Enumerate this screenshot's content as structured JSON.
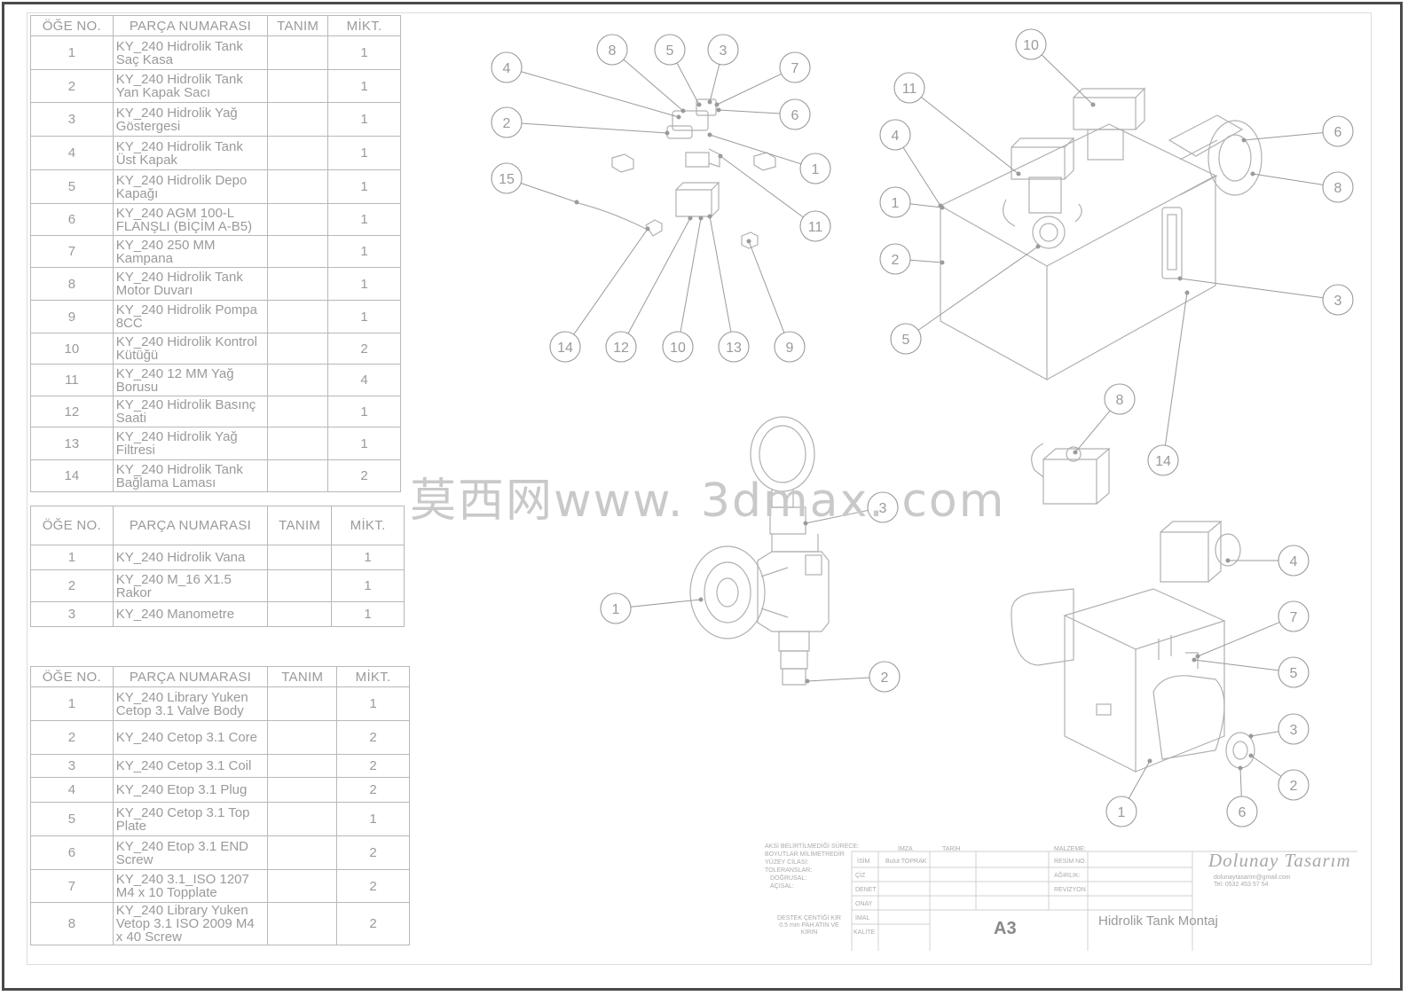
{
  "bom_headers": [
    "ÖĞE NO.",
    "PARÇA NUMARASI",
    "TANIM",
    "MİKT."
  ],
  "bom1": [
    {
      "no": "1",
      "part": "KY_240 Hidrolik Tank Saç Kasa",
      "qty": "1"
    },
    {
      "no": "2",
      "part": "KY_240 Hidrolik Tank Yan Kapak Sacı",
      "qty": "1"
    },
    {
      "no": "3",
      "part": "KY_240 Hidrolik Yağ Göstergesi",
      "qty": "1"
    },
    {
      "no": "4",
      "part": "KY_240 Hidrolik Tank Üst Kapak",
      "qty": "1"
    },
    {
      "no": "5",
      "part": "KY_240 Hidrolik Depo Kapağı",
      "qty": "1"
    },
    {
      "no": "6",
      "part": "KY_240 AGM 100-L FLANŞLI (BİÇİM A-B5)",
      "qty": "1"
    },
    {
      "no": "7",
      "part": "KY_240 250 MM Kampana",
      "qty": "1"
    },
    {
      "no": "8",
      "part": "KY_240 Hidrolik Tank Motor Duvarı",
      "qty": "1"
    },
    {
      "no": "9",
      "part": "KY_240 Hidrolik Pompa 8CC",
      "qty": "1"
    },
    {
      "no": "10",
      "part": "KY_240 Hidrolik Kontrol Kütüğü",
      "qty": "2"
    },
    {
      "no": "11",
      "part": "KY_240 12 MM Yağ Borusu",
      "qty": "4"
    },
    {
      "no": "12",
      "part": "KY_240 Hidrolik Basınç Saati",
      "qty": "1"
    },
    {
      "no": "13",
      "part": "KY_240 Hidrolik Yağ Filtresi",
      "qty": "1"
    },
    {
      "no": "14",
      "part": "KY_240 Hidrolik Tank Bağlama Laması",
      "qty": "2"
    }
  ],
  "bom2": [
    {
      "no": "1",
      "part": "KY_240 Hidrolik Vana",
      "qty": "1"
    },
    {
      "no": "2",
      "part": "KY_240 M_16 X1.5 Rakor",
      "qty": "1"
    },
    {
      "no": "3",
      "part": "KY_240 Manometre",
      "qty": "1"
    }
  ],
  "bom3": [
    {
      "no": "1",
      "part": "KY_240 Library Yuken Cetop 3.1 Valve Body",
      "qty": "1"
    },
    {
      "no": "2",
      "part": "KY_240 Cetop 3.1 Core",
      "qty": "2"
    },
    {
      "no": "3",
      "part": "KY_240 Cetop 3.1 Coil",
      "qty": "2"
    },
    {
      "no": "4",
      "part": "KY_240 Etop 3.1 Plug",
      "qty": "2"
    },
    {
      "no": "5",
      "part": "KY_240 Cetop 3.1 Top Plate",
      "qty": "1"
    },
    {
      "no": "6",
      "part": "KY_240 Etop 3.1 END Screw",
      "qty": "2"
    },
    {
      "no": "7",
      "part": "KY_240 3.1_ISO 1207 M4 x 10 Topplate",
      "qty": "2"
    },
    {
      "no": "8",
      "part": "KY_240 Library Yuken Vetop 3.1 ISO 2009 M4 x 40 Screw",
      "qty": "2"
    }
  ],
  "watermark": "莫西网www. 3dmax. com",
  "title_block": {
    "notes": [
      "AKSİ BELİRTİLMEDİĞİ SÜRECE:",
      "BOYUTLAR MİLİMETREDİR",
      "YÜZEY CİLASI:",
      "TOLERANSLAR:",
      "DOĞRUSAL:",
      "AÇISAL:"
    ],
    "edge_note": [
      "DESTEK ÇENTİĞİ KIR",
      "0.5 mm PAH ATIN VE",
      "KIRIN"
    ],
    "rows": [
      "ÇİZ",
      "DENET",
      "ONAY",
      "İMAL",
      "KALİTE"
    ],
    "row_first": "İSİM",
    "col_imza": "İMZA",
    "col_tarih": "TARİH",
    "drawn_by": "Bulut TOPRAK",
    "right_labels": [
      "MALZEME:",
      "RESİM NO.",
      "AĞIRLIK:",
      "REVİZYON"
    ],
    "brand": "Dolunay Tasarım",
    "contact": "dolunaytasarim@gmail.com",
    "phone": "Tel: 0532 453 57 54",
    "sheet_size": "A3",
    "title": "Hidrolik Tank Montaj"
  }
}
